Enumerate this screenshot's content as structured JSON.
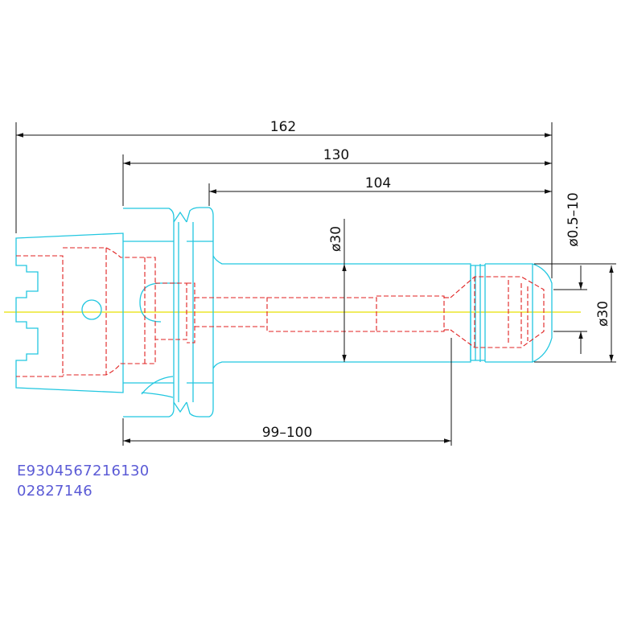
{
  "dimensions": {
    "overall_length": "162",
    "shank_length": "130",
    "nose_length": "104",
    "insert_depth": "99–100",
    "body_diameter": "ø30",
    "clamp_range": "ø0.5–10",
    "nut_diameter": "ø30"
  },
  "part_code": {
    "line1": "E9304567216130",
    "line2": "02827146"
  },
  "colors": {
    "outline": "#22c7e0",
    "hidden": "#e02020",
    "centerline": "#e8e000",
    "dimension": "#111111",
    "code_text": "#5b5bd6"
  }
}
